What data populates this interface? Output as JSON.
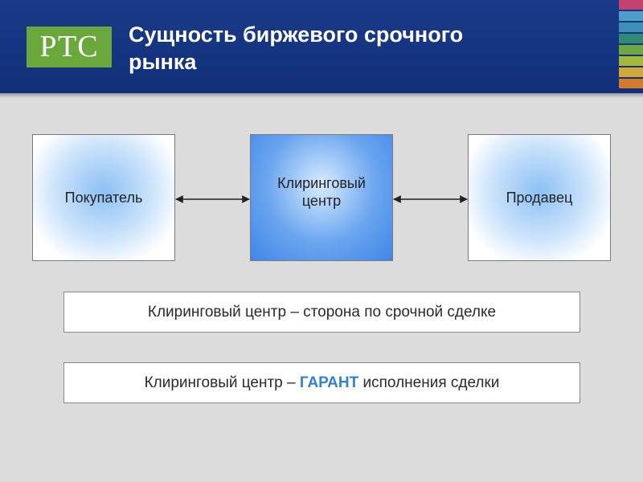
{
  "header": {
    "logo_text": "РТС",
    "title_line1": "Сущность биржевого срочного",
    "title_line2": "рынка"
  },
  "diagram": {
    "left_box": "Покупатель",
    "center_box_line1": "Клиринговый",
    "center_box_line2": "центр",
    "right_box": "Продавец"
  },
  "statements": {
    "first": "Клиринговый центр – сторона по срочной сделке",
    "second_prefix": "Клиринговый центр – ",
    "second_accent": "ГАРАНТ",
    "second_suffix": " исполнения сделки"
  },
  "colors": {
    "header_bg": "#1a3a8a",
    "logo_bg": "#6aa83c",
    "accent": "#2f80d8",
    "stripes": [
      "#c2436e",
      "#4f9ec8",
      "#3d8fb8",
      "#2f8a78",
      "#6fa843",
      "#a5b83a",
      "#d1a83a",
      "#d27a2e"
    ]
  }
}
